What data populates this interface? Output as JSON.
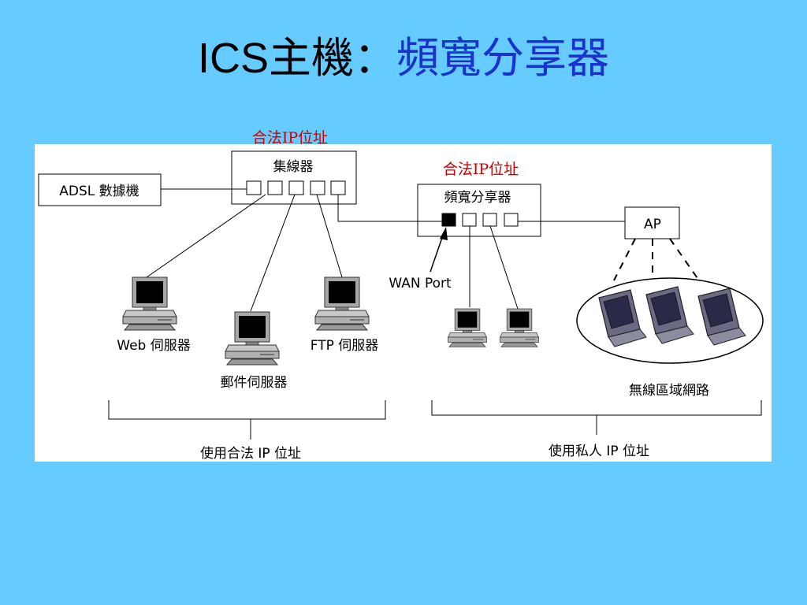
{
  "title": {
    "main": "ICS主機：",
    "highlight": "頻寬分享器"
  },
  "diagram": {
    "public_ip_label_hub": "合法IP位址",
    "public_ip_label_router": "合法IP位址",
    "adsl_modem": "ADSL 數據機",
    "hub": "集線器",
    "router": "頻寬分享器",
    "access_point": "AP",
    "wan_port": "WAN Port",
    "web_server": "Web 伺服器",
    "mail_server": "郵件伺服器",
    "ftp_server": "FTP 伺服器",
    "wireless_lan": "無線區域網路",
    "public_ip_group": "使用合法 IP 位址",
    "private_ip_group": "使用私人 IP 位址"
  },
  "colors": {
    "background": "#66ccff",
    "title_highlight": "#1a33cc",
    "red_label": "#cc0000"
  },
  "icons": [
    "desktop-computer-icon",
    "laptop-icon",
    "hub-port-icon"
  ]
}
